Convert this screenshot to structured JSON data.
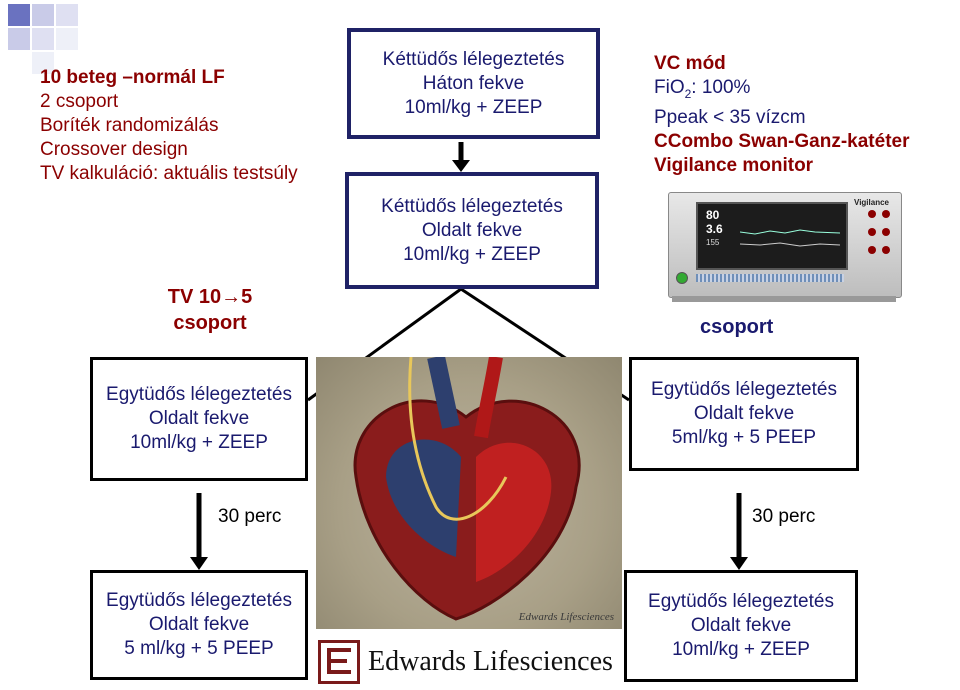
{
  "left_info": {
    "title": "10 beteg –normál LF",
    "lines": [
      "2 csoport",
      "Boríték randomizálás",
      "Crossover design",
      "TV kalkuláció: aktuális testsúly"
    ]
  },
  "tv_label": {
    "line1": "TV 10→5",
    "line2": "csoport"
  },
  "top_box": {
    "lines": [
      "Kéttüdős lélegeztetés",
      "Háton fekve",
      "10ml/kg + ZEEP"
    ]
  },
  "second_box": {
    "lines": [
      "Kéttüdős lélegeztetés",
      "Oldalt fekve",
      "10ml/kg + ZEEP"
    ]
  },
  "right_info": {
    "title": "VC mód",
    "fio2_prefix": "FiO",
    "fio2_sub": "2",
    "fio2_value": ": 100%",
    "ppeak": "Ppeak < 35 vízcm",
    "catheter": "CCombo Swan-Ganz-katéter",
    "monitor": "Vigilance monitor"
  },
  "monitor_display": {
    "value1": "80",
    "value2": "3.6",
    "value3": "155",
    "brand": "Vigilance"
  },
  "right_csoport": "csoport",
  "left_mid_box": {
    "lines": [
      "Egytüdős lélegeztetés",
      "Oldalt fekve",
      "10ml/kg + ZEEP"
    ]
  },
  "right_mid_box": {
    "lines": [
      "Egytüdős lélegeztetés",
      "Oldalt fekve",
      "5ml/kg + 5 PEEP"
    ]
  },
  "left_time": "30 perc",
  "right_time": "30 perc",
  "left_bottom_box": {
    "lines": [
      "Egytüdős lélegeztetés",
      "Oldalt fekve",
      "5 ml/kg + 5 PEEP"
    ]
  },
  "right_bottom_box": {
    "lines": [
      "Egytüdős lélegeztetés",
      "Oldalt fekve",
      "10ml/kg + ZEEP"
    ]
  },
  "heart_watermark": "Edwards Lifesciences",
  "logo_text": "Edwards Lifesciences",
  "colors": {
    "navy": "#1a1a6e",
    "dark_red": "#8b0000",
    "deco_blue": "#6a72c0",
    "deco_light": "#c9cbe8"
  }
}
